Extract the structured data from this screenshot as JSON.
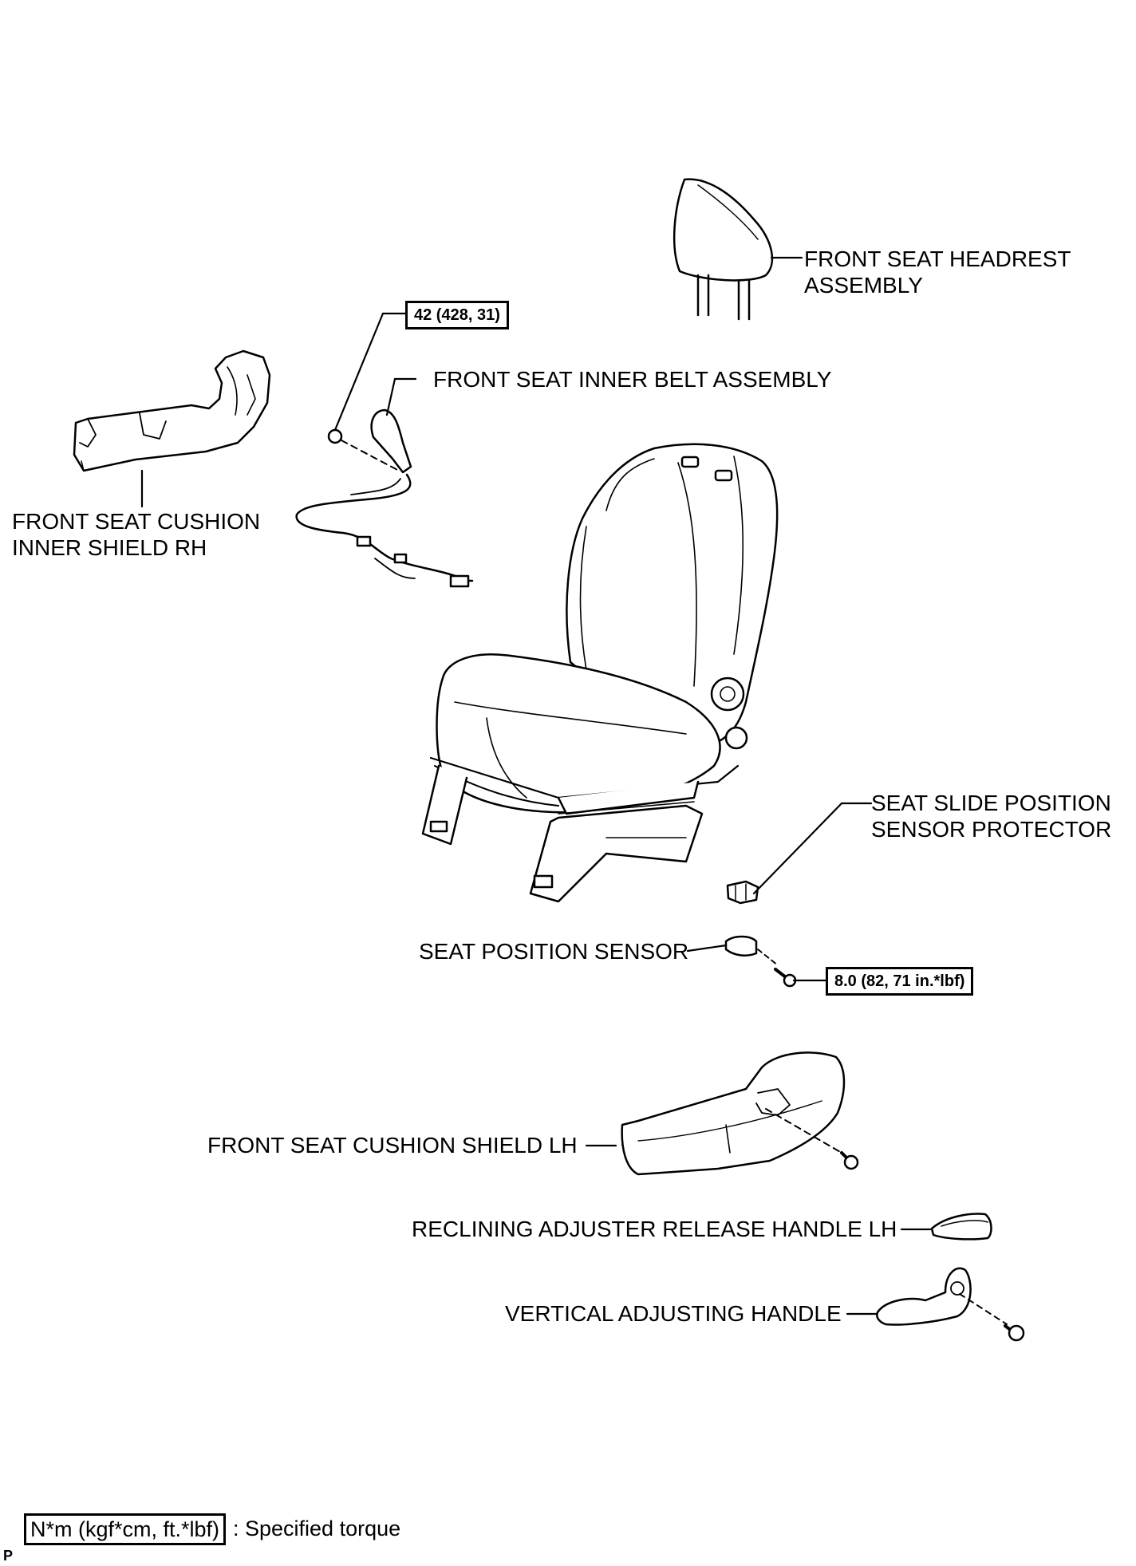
{
  "parts": {
    "headrest": {
      "line1": "FRONT SEAT HEADREST",
      "line2": "ASSEMBLY"
    },
    "inner_belt": "FRONT SEAT INNER BELT ASSEMBLY",
    "cushion_inner_shield": {
      "line1": "FRONT SEAT CUSHION",
      "line2": "INNER SHIELD RH"
    },
    "slide_protector": {
      "line1": "SEAT SLIDE POSITION",
      "line2": "SENSOR PROTECTOR"
    },
    "position_sensor": "SEAT POSITION SENSOR",
    "cushion_shield_lh": "FRONT SEAT CUSHION SHIELD LH",
    "reclining_handle": "RECLINING ADJUSTER RELEASE HANDLE LH",
    "vertical_handle": "VERTICAL ADJUSTING HANDLE"
  },
  "torques": {
    "belt_nut": "42 (428, 31)",
    "sensor_bolt": "8.0 (82, 71 in.*lbf)"
  },
  "legend": {
    "box": "N*m (kgf*cm, ft.*lbf)",
    "text": ": Specified torque"
  },
  "corner_mark": "P"
}
